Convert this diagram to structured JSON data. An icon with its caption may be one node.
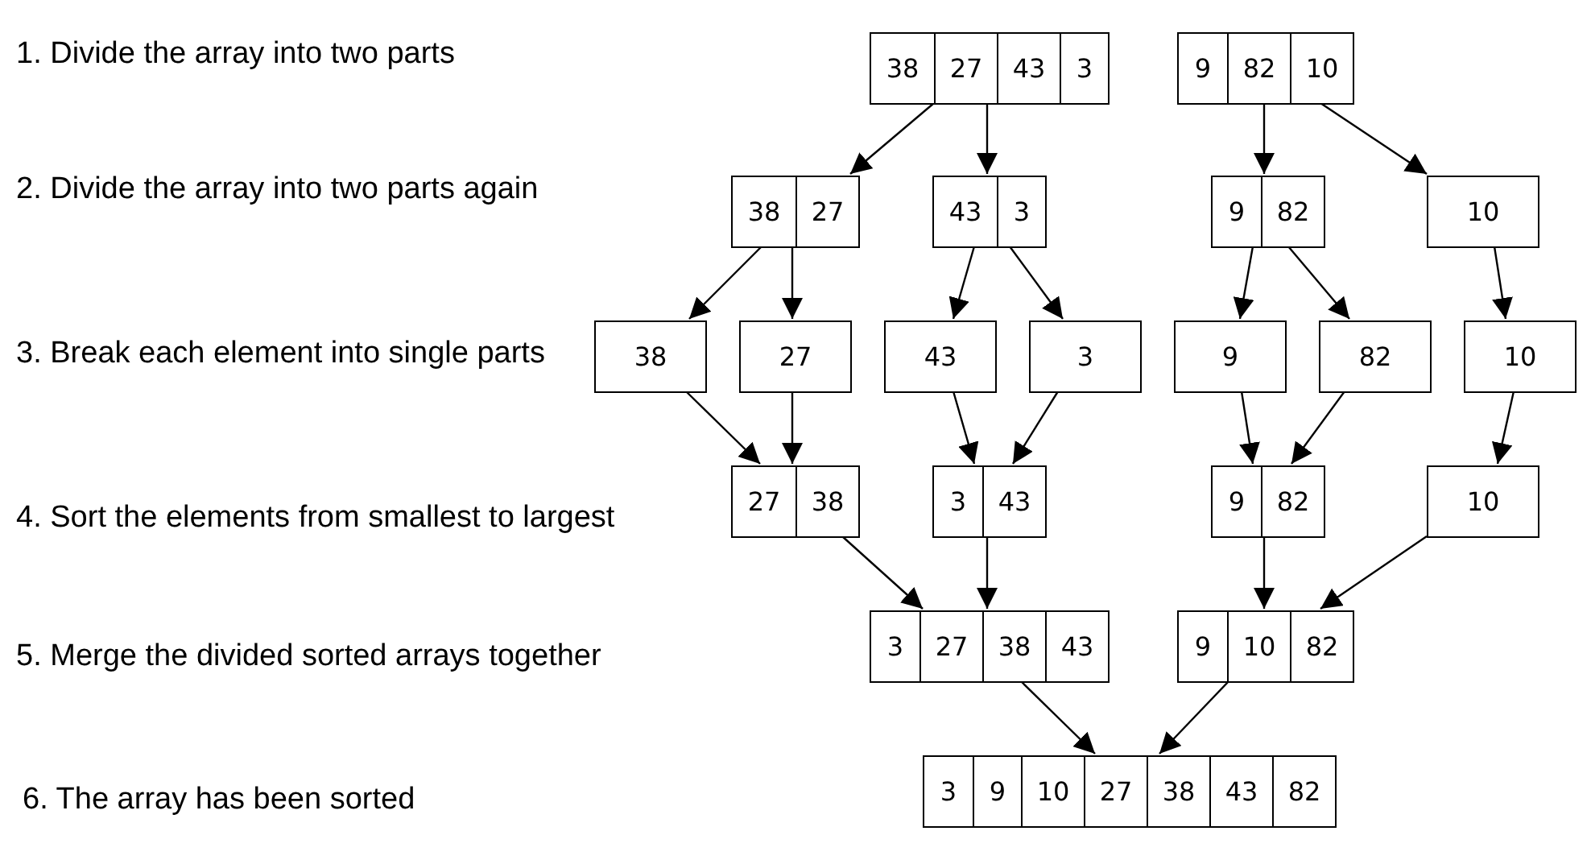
{
  "diagram": {
    "nodes": [
      {
        "text": [
          "38",
          "27",
          "43",
          "3"
        ]
      },
      {
        "text": [
          "9",
          "82",
          "10"
        ]
      },
      {
        "text": [
          "38",
          "27"
        ]
      },
      {
        "text": [
          "43",
          "3"
        ]
      },
      {
        "text": [
          "9",
          "82"
        ]
      },
      {
        "text": [
          "10"
        ]
      },
      {
        "text": [
          "38"
        ]
      },
      {
        "text": [
          "27"
        ]
      },
      {
        "text": [
          "43"
        ]
      },
      {
        "text": [
          "3"
        ]
      },
      {
        "text": [
          "9"
        ]
      },
      {
        "text": [
          "82"
        ]
      },
      {
        "text": [
          "10"
        ]
      },
      {
        "text": [
          "27",
          "38"
        ]
      },
      {
        "text": [
          "3",
          "43"
        ]
      },
      {
        "text": [
          "9",
          "82"
        ]
      },
      {
        "text": [
          "10"
        ]
      },
      {
        "text": [
          "3",
          "27",
          "38",
          "43"
        ]
      },
      {
        "text": [
          "9",
          "10",
          "82"
        ]
      },
      {
        "text": [
          "3",
          "9",
          "10",
          "27",
          "38",
          "43",
          "82"
        ]
      }
    ],
    "edges": [
      {
        "from": 0,
        "to": 2,
        "arrow": "to"
      },
      {
        "from": 0,
        "to": 3,
        "arrow": "to"
      },
      {
        "from": 1,
        "to": 4,
        "arrow": "to"
      },
      {
        "from": 1,
        "to": 5,
        "arrow": "to"
      },
      {
        "from": 2,
        "to": 6,
        "arrow": "to"
      },
      {
        "from": 2,
        "to": 7,
        "arrow": "to"
      },
      {
        "from": 3,
        "to": 8,
        "arrow": "to"
      },
      {
        "from": 3,
        "to": 9,
        "arrow": "to"
      },
      {
        "from": 4,
        "to": 10,
        "arrow": "to"
      },
      {
        "from": 4,
        "to": 11,
        "arrow": "to"
      },
      {
        "from": 5,
        "to": 12,
        "arrow": "to"
      },
      {
        "from": 6,
        "to": 13,
        "arrow": "to"
      },
      {
        "from": 7,
        "to": 13,
        "arrow": "to"
      },
      {
        "from": 8,
        "to": 14,
        "arrow": "to"
      },
      {
        "from": 9,
        "to": 14,
        "arrow": "to"
      },
      {
        "from": 10,
        "to": 15,
        "arrow": "to"
      },
      {
        "from": 11,
        "to": 15,
        "arrow": "to"
      },
      {
        "from": 12,
        "to": 16,
        "arrow": "to"
      },
      {
        "from": 13,
        "to": 17,
        "arrow": "to"
      },
      {
        "from": 14,
        "to": 17,
        "arrow": "to"
      },
      {
        "from": 15,
        "to": 18,
        "arrow": "to"
      },
      {
        "from": 16,
        "to": 18,
        "arrow": "to"
      },
      {
        "from": 17,
        "to": 19,
        "arrow": "to"
      },
      {
        "from": 18,
        "to": 19,
        "arrow": "to"
      }
    ],
    "labels": [
      "1. Divide the array into two parts",
      "2. Divide the array into two parts again",
      "3. Break each element into single parts",
      "4. Sort the elements from smallest to largest",
      "5. Merge the divided sorted arrays together",
      "6. The array has been sorted"
    ]
  }
}
